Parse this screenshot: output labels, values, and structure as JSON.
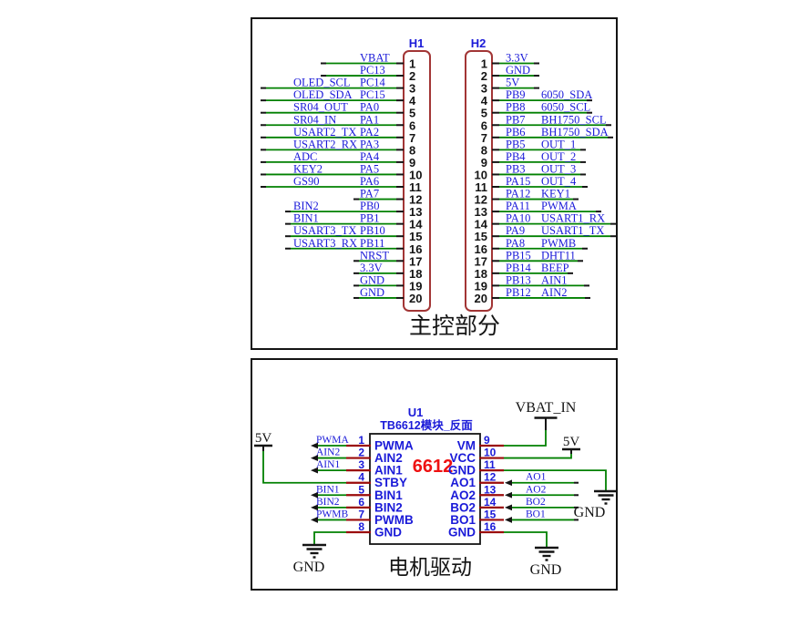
{
  "top_section": {
    "title": "主控部分",
    "h1": {
      "designator": "H1",
      "pins": [
        {
          "num": 1,
          "name": "VBAT",
          "ext": ""
        },
        {
          "num": 2,
          "name": "PC13",
          "ext": ""
        },
        {
          "num": 3,
          "name": "PC14",
          "ext": "OLED_SCL"
        },
        {
          "num": 4,
          "name": "PC15",
          "ext": "OLED_SDA"
        },
        {
          "num": 5,
          "name": "PA0",
          "ext": "SR04_OUT"
        },
        {
          "num": 6,
          "name": "PA1",
          "ext": "SR04_IN"
        },
        {
          "num": 7,
          "name": "PA2",
          "ext": "USART2_TX"
        },
        {
          "num": 8,
          "name": "PA3",
          "ext": "USART2_RX"
        },
        {
          "num": 9,
          "name": "PA4",
          "ext": "ADC"
        },
        {
          "num": 10,
          "name": "PA5",
          "ext": "KEY2"
        },
        {
          "num": 11,
          "name": "PA6",
          "ext": "GS90"
        },
        {
          "num": 12,
          "name": "PA7",
          "ext": ""
        },
        {
          "num": 13,
          "name": "PB0",
          "ext": "BIN2"
        },
        {
          "num": 14,
          "name": "PB1",
          "ext": "BIN1"
        },
        {
          "num": 15,
          "name": "PB10",
          "ext": "USART3_TX"
        },
        {
          "num": 16,
          "name": "PB11",
          "ext": "USART3_RX"
        },
        {
          "num": 17,
          "name": "NRST",
          "ext": ""
        },
        {
          "num": 18,
          "name": "3.3V",
          "ext": ""
        },
        {
          "num": 19,
          "name": "GND",
          "ext": ""
        },
        {
          "num": 20,
          "name": "GND",
          "ext": ""
        }
      ]
    },
    "h2": {
      "designator": "H2",
      "pins": [
        {
          "num": 1,
          "name": "3.3V",
          "ext": ""
        },
        {
          "num": 2,
          "name": "GND",
          "ext": ""
        },
        {
          "num": 3,
          "name": "5V",
          "ext": ""
        },
        {
          "num": 4,
          "name": "PB9",
          "ext": "6050_SDA"
        },
        {
          "num": 5,
          "name": "PB8",
          "ext": "6050_SCL"
        },
        {
          "num": 6,
          "name": "PB7",
          "ext": "BH1750_SCL"
        },
        {
          "num": 7,
          "name": "PB6",
          "ext": "BH1750_SDA"
        },
        {
          "num": 8,
          "name": "PB5",
          "ext": "OUT_1"
        },
        {
          "num": 9,
          "name": "PB4",
          "ext": "OUT_2"
        },
        {
          "num": 10,
          "name": "PB3",
          "ext": "OUT_3"
        },
        {
          "num": 11,
          "name": "PA15",
          "ext": "OUT_4"
        },
        {
          "num": 12,
          "name": "PA12",
          "ext": "KEY1"
        },
        {
          "num": 13,
          "name": "PA11",
          "ext": "PWMA"
        },
        {
          "num": 14,
          "name": "PA10",
          "ext": "USART1_RX"
        },
        {
          "num": 15,
          "name": "PA9",
          "ext": "USART1_TX"
        },
        {
          "num": 16,
          "name": "PA8",
          "ext": "PWMB"
        },
        {
          "num": 17,
          "name": "PB15",
          "ext": "DHT11"
        },
        {
          "num": 18,
          "name": "PB14",
          "ext": "BEEP"
        },
        {
          "num": 19,
          "name": "PB13",
          "ext": "AIN1"
        },
        {
          "num": 20,
          "name": "PB12",
          "ext": "AIN2"
        }
      ]
    }
  },
  "bottom_section": {
    "title": "电机驱动",
    "u1": {
      "designator": "U1",
      "subtitle": "TB6612模块_反面",
      "core_label": "6612",
      "left_pins": [
        {
          "num": 1,
          "name": "PWMA",
          "ext": "PWMA",
          "net": ""
        },
        {
          "num": 2,
          "name": "AIN2",
          "ext": "AIN2",
          "net": ""
        },
        {
          "num": 3,
          "name": "AIN1",
          "ext": "AIN1",
          "net": ""
        },
        {
          "num": 4,
          "name": "STBY",
          "ext": "",
          "net": "5V"
        },
        {
          "num": 5,
          "name": "BIN1",
          "ext": "BIN1",
          "net": ""
        },
        {
          "num": 6,
          "name": "BIN2",
          "ext": "BIN2",
          "net": ""
        },
        {
          "num": 7,
          "name": "PWMB",
          "ext": "PWMB",
          "net": ""
        },
        {
          "num": 8,
          "name": "GND",
          "ext": "",
          "net": "GND"
        }
      ],
      "right_pins": [
        {
          "num": 9,
          "name": "VM",
          "ext": "",
          "net": "VBAT_IN"
        },
        {
          "num": 10,
          "name": "VCC",
          "ext": "",
          "net": "5V"
        },
        {
          "num": 11,
          "name": "GND",
          "ext": "",
          "net": "GND"
        },
        {
          "num": 12,
          "name": "AO1",
          "ext": "AO1",
          "net": ""
        },
        {
          "num": 13,
          "name": "AO2",
          "ext": "AO2",
          "net": ""
        },
        {
          "num": 14,
          "name": "BO2",
          "ext": "BO2",
          "net": ""
        },
        {
          "num": 15,
          "name": "BO1",
          "ext": "BO1",
          "net": ""
        },
        {
          "num": 16,
          "name": "GND",
          "ext": "",
          "net": "GND"
        }
      ]
    },
    "power": {
      "left_5v": "5V",
      "vbat_in": "VBAT_IN",
      "right_5v": "5V",
      "gnd_left": "GND",
      "gnd_mid": "GND",
      "gnd_right": "GND"
    }
  },
  "colors": {
    "label_blue": "#1a1ad8",
    "wire_green": "#008000",
    "pin_red": "#9a0a0a",
    "connector_outline": "#a23535",
    "core_red": "#ee1111",
    "ink_black": "#141414"
  }
}
